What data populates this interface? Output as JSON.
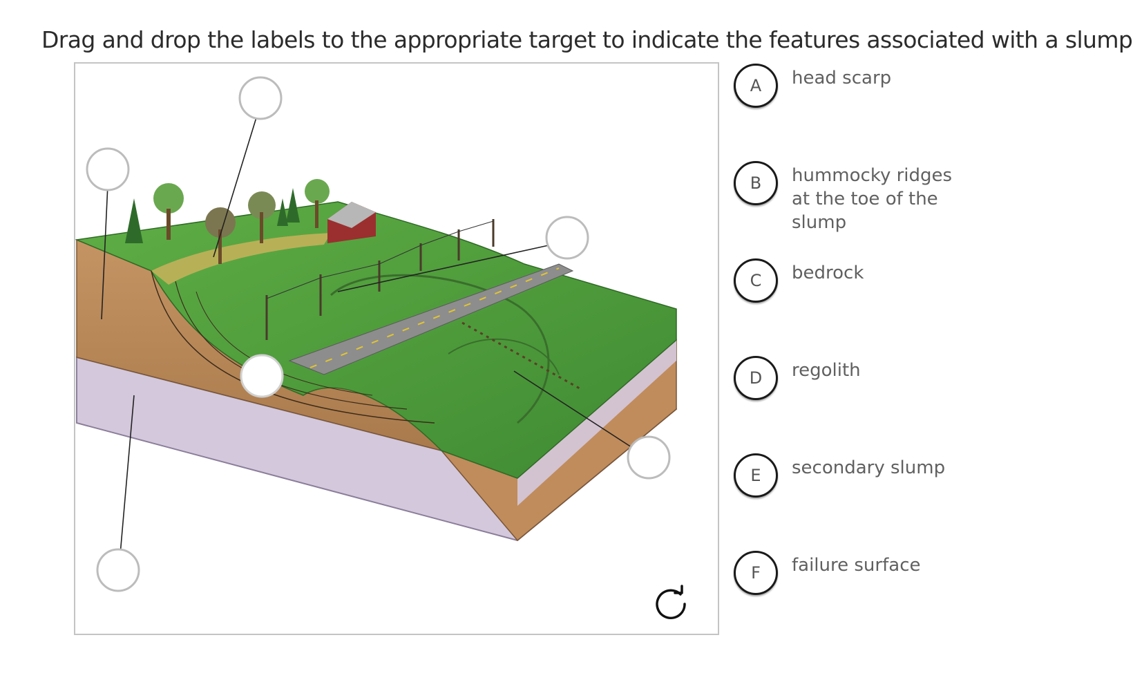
{
  "instruction": "Drag and drop the labels to the appropriate target to indicate the features associated with a slump.",
  "options": [
    {
      "letter": "A",
      "text": "head scarp"
    },
    {
      "letter": "B",
      "text": "hummocky ridges at the toe of the slump"
    },
    {
      "letter": "C",
      "text": "bedrock"
    },
    {
      "letter": "D",
      "text": "regolith"
    },
    {
      "letter": "E",
      "text": "secondary slump"
    },
    {
      "letter": "F",
      "text": "failure surface"
    }
  ],
  "drop_targets": [
    {
      "name": "target-top",
      "state": "empty"
    },
    {
      "name": "target-upper-left",
      "state": "empty"
    },
    {
      "name": "target-right",
      "state": "empty"
    },
    {
      "name": "target-center",
      "state": "filled-white"
    },
    {
      "name": "target-lower-right",
      "state": "empty"
    },
    {
      "name": "target-bottom-left",
      "state": "empty"
    }
  ],
  "icons": {
    "reset": "refresh-icon"
  },
  "colors": {
    "grass": "#4f9a3c",
    "soil": "#b98a5a",
    "bedrock": "#cfc3d9",
    "road": "#8a8a8a",
    "target_border": "#bcbcbc",
    "badge_border": "#1a1a1a",
    "option_text": "#606060"
  }
}
